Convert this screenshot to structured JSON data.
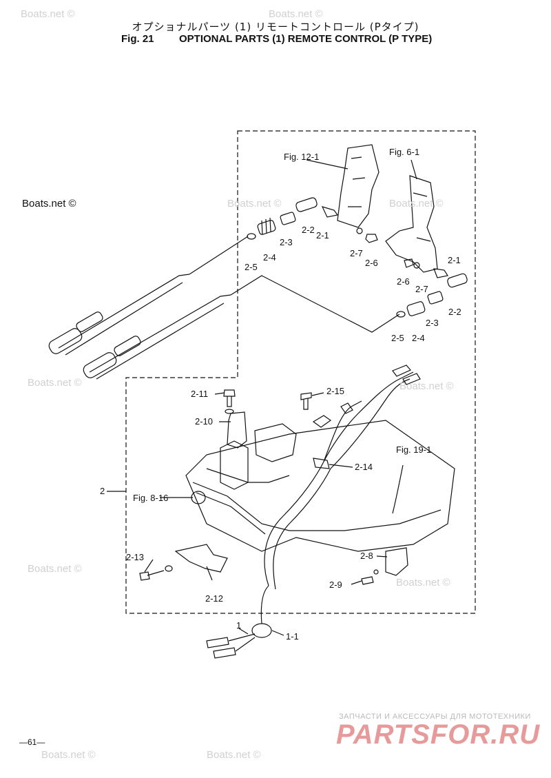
{
  "header": {
    "title_jp": "オプショナルパーツ (1) リモートコントロール (Pタイプ)",
    "fig_number": "Fig. 21",
    "title_en": "OPTIONAL PARTS (1) REMOTE CONTROL (P TYPE)"
  },
  "callouts": {
    "fig_12_1": "Fig. 12-1",
    "fig_6_1": "Fig. 6-1",
    "fig_19_1": "Fig. 19-1",
    "fig_8_16": "Fig. 8-16",
    "p2_1_a": "2-1",
    "p2_2_a": "2-2",
    "p2_3_a": "2-3",
    "p2_4_a": "2-4",
    "p2_5_a": "2-5",
    "p2_6_a": "2-6",
    "p2_7_a": "2-7",
    "p2_1_b": "2-1",
    "p2_2_b": "2-2",
    "p2_3_b": "2-3",
    "p2_4_b": "2-4",
    "p2_5_b": "2-5",
    "p2_6_b": "2-6",
    "p2_7_b": "2-7",
    "p2": "2",
    "p2_8": "2-8",
    "p2_9": "2-9",
    "p2_10": "2-10",
    "p2_11": "2-11",
    "p2_12": "2-12",
    "p2_13": "2-13",
    "p2_14": "2-14",
    "p2_15": "2-15",
    "p1": "1",
    "p1_1": "1-1"
  },
  "watermark": "Boats.net ©",
  "footer": {
    "tagline": "ЗАПЧАСТИ И АКСЕССУАРЫ ДЛЯ МОТОТЕХНИКИ",
    "brand": "PARTSFOR.RU",
    "page_number": "—61—"
  },
  "colors": {
    "line": "#111111",
    "watermark": "#d0d0d0",
    "brand": "#e79a9a"
  }
}
